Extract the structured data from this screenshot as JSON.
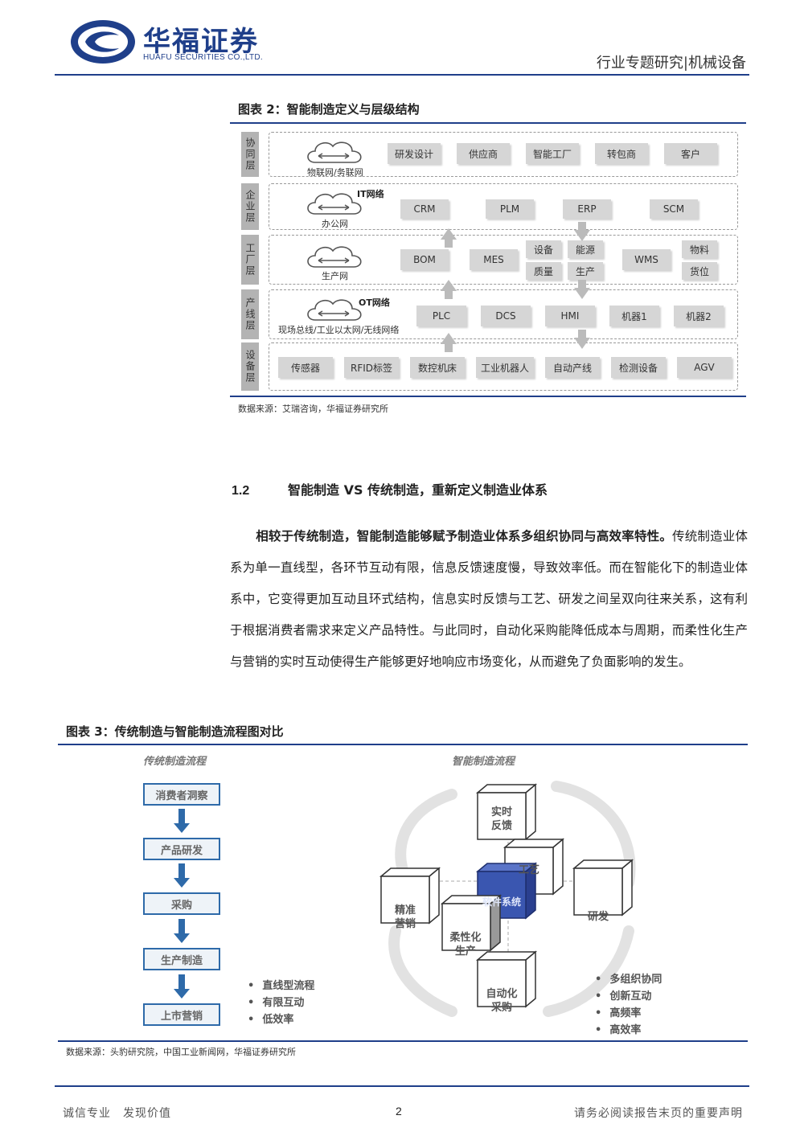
{
  "header": {
    "logo_cn": "华福证券",
    "logo_en": "HUAFU SECURITIES CO.,LTD.",
    "category": "行业专题研究|机械设备",
    "brand_color": "#1f3f8a"
  },
  "figure2": {
    "title": "图表 2：智能制造定义与层级结构",
    "source": "数据来源：艾瑞咨询，华福证券研究所",
    "layers": [
      {
        "label": "协同层",
        "network": "物联网/务联网",
        "tag": "",
        "modules": [
          "研发设计",
          "供应商",
          "智能工厂",
          "转包商",
          "客户"
        ]
      },
      {
        "label": "企业层",
        "network": "办公网",
        "tag": "IT网络",
        "modules": [
          "CRM",
          "PLM",
          "ERP",
          "SCM"
        ]
      },
      {
        "label": "工厂层",
        "network": "生产网",
        "tag": "",
        "modules": [
          "BOM",
          "MES",
          "设备",
          "能源",
          "质量",
          "生产",
          "WMS",
          "物料",
          "货位"
        ]
      },
      {
        "label": "产线层",
        "network": "现场总线/工业以太网/无线网络",
        "tag": "OT网络",
        "modules": [
          "PLC",
          "DCS",
          "HMI",
          "机器1",
          "机器2"
        ]
      },
      {
        "label": "设备层",
        "network": "",
        "tag": "",
        "modules": [
          "传感器",
          "RFID标签",
          "数控机床",
          "工业机器人",
          "自动产线",
          "检测设备",
          "AGV"
        ]
      }
    ]
  },
  "section": {
    "number": "1.2",
    "title": "智能制造 VS 传统制造，重新定义制造业体系",
    "lead": "相较于传统制造，智能制造能够赋予制造业体系多组织协同与高效率特性。",
    "body": "传统制造业体系为单一直线型，各环节互动有限，信息反馈速度慢，导致效率低。而在智能化下的制造业体系中，它变得更加互动且环式结构，信息实时反馈与工艺、研发之间呈双向往来关系，这有利于根据消费者需求来定义产品特性。与此同时，自动化采购能降低成本与周期，而柔性化生产与营销的实时互动使得生产能够更好地响应市场变化，从而避免了负面影响的发生。"
  },
  "figure3": {
    "title": "图表 3：传统制造与智能制造流程图对比",
    "source": "数据来源：头豹研究院，中国工业新闻网，华福证券研究所",
    "traditional": {
      "heading": "传统制造流程",
      "steps": [
        "消费者洞察",
        "产品研发",
        "采购",
        "生产制造",
        "上市营销"
      ],
      "traits": [
        "直线型流程",
        "有限互动",
        "低效率"
      ]
    },
    "smart": {
      "heading": "智能制造流程",
      "cubes": {
        "top": "实时\n反馈",
        "craft": "工艺",
        "center": "软件系统",
        "left": "精准\n营销",
        "right": "研发",
        "flex": "柔性化\n生产",
        "bottom": "自动化\n采购"
      },
      "traits": [
        "多组织协同",
        "创新互动",
        "高频率",
        "高效率"
      ],
      "accent_color": "#3a56b0"
    }
  },
  "footer": {
    "left": "诚信专业　发现价值",
    "page": "2",
    "right": "请务必阅读报告末页的重要声明"
  }
}
